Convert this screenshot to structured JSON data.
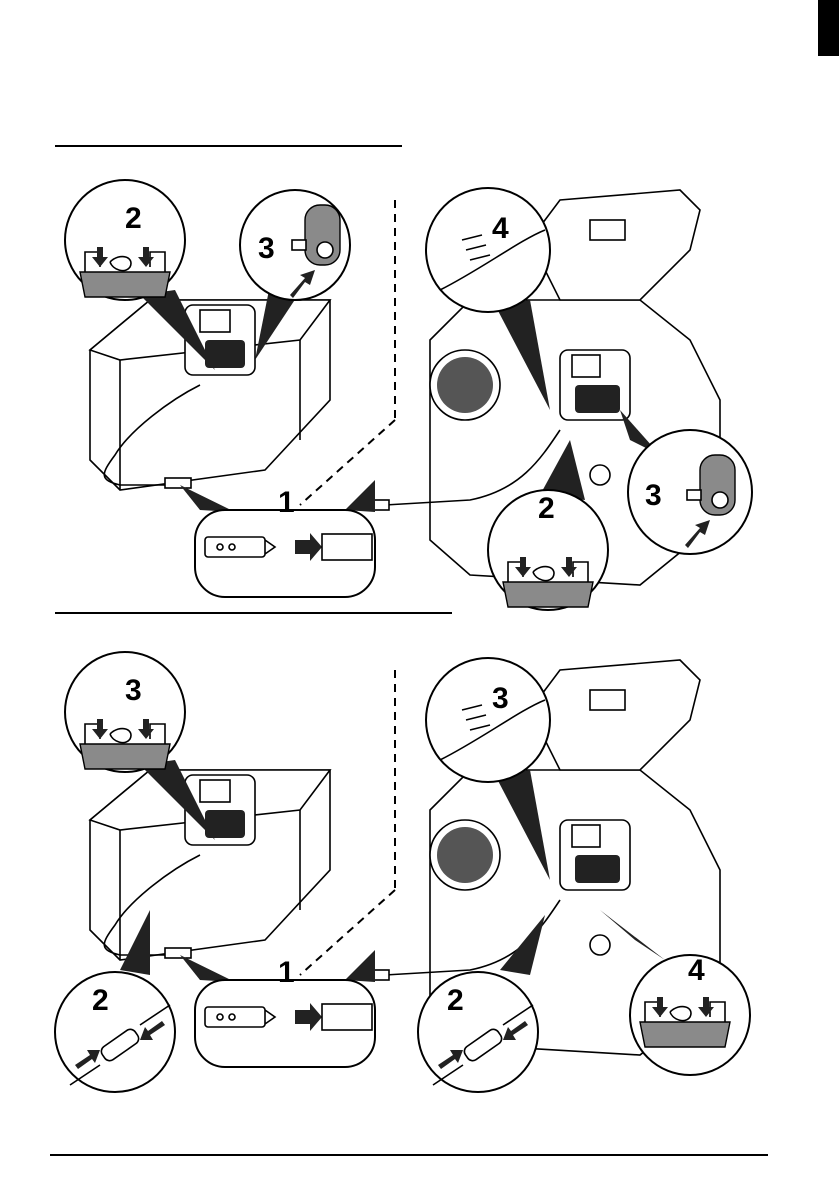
{
  "figure_top": {
    "callouts": [
      "2",
      "3",
      "4",
      "1",
      "2",
      "3"
    ]
  },
  "figure_bottom": {
    "callouts": [
      "3",
      "3",
      "2",
      "1",
      "2",
      "4"
    ]
  },
  "colors": {
    "ink": "#000000",
    "shade": "#8a8a8a"
  }
}
